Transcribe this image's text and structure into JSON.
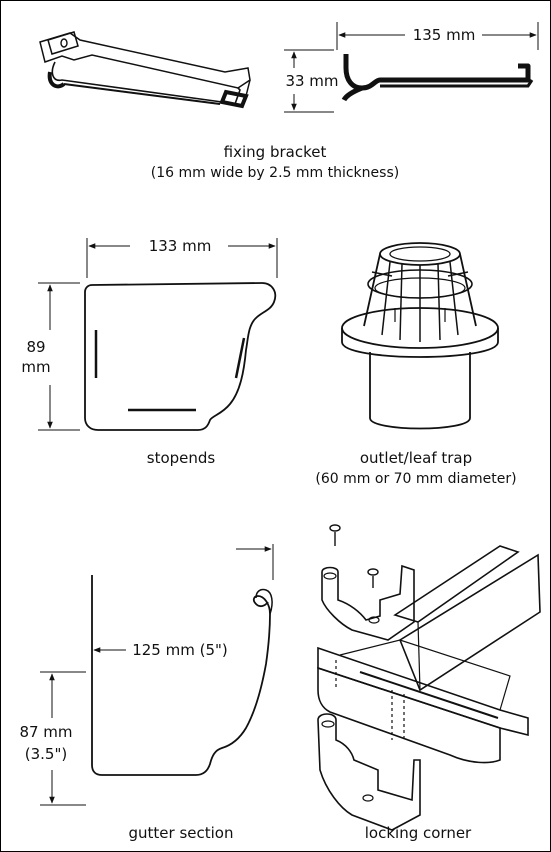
{
  "bracket": {
    "width_label": "135 mm",
    "height_label": "33 mm",
    "caption": "fixing bracket",
    "subcaption": "(16 mm wide by 2.5 mm thickness)"
  },
  "stopends": {
    "width_label": "133 mm",
    "height_label_line1": "89",
    "height_label_line2": "mm",
    "caption": "stopends"
  },
  "outlet": {
    "caption": "outlet/leaf trap",
    "subcaption": "(60 mm or 70 mm diameter)"
  },
  "gutter_section": {
    "width_label": "125 mm (5\")",
    "height_label_line1": "87 mm",
    "height_label_line2": "(3.5\")",
    "caption": "gutter section"
  },
  "locking_corner": {
    "caption": "locking corner"
  }
}
